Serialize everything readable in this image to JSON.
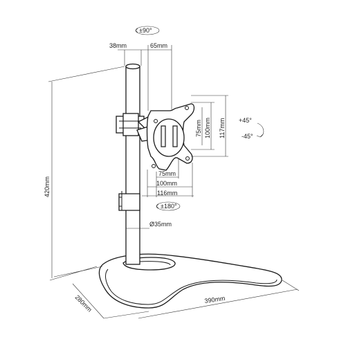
{
  "diagram": {
    "labels": {
      "rot90": "±90°",
      "w38": "38mm",
      "w65": "65mm",
      "tilt_up": "+45°",
      "tilt_down": "-45°",
      "v117": "117mm",
      "v100": "100mm",
      "v75": "75mm",
      "h75": "75mm",
      "h100": "100mm",
      "h116": "116mm",
      "swivel180": "±180°",
      "pole_d": "Ø35mm",
      "height420": "420mm",
      "depth280": "280mm",
      "width390": "390mm"
    },
    "colors": {
      "line": "#1a1a1a",
      "fill": "#ffffff",
      "shade": "#f2f2f2"
    },
    "icons": [
      "rotation-arrow-icon"
    ]
  }
}
